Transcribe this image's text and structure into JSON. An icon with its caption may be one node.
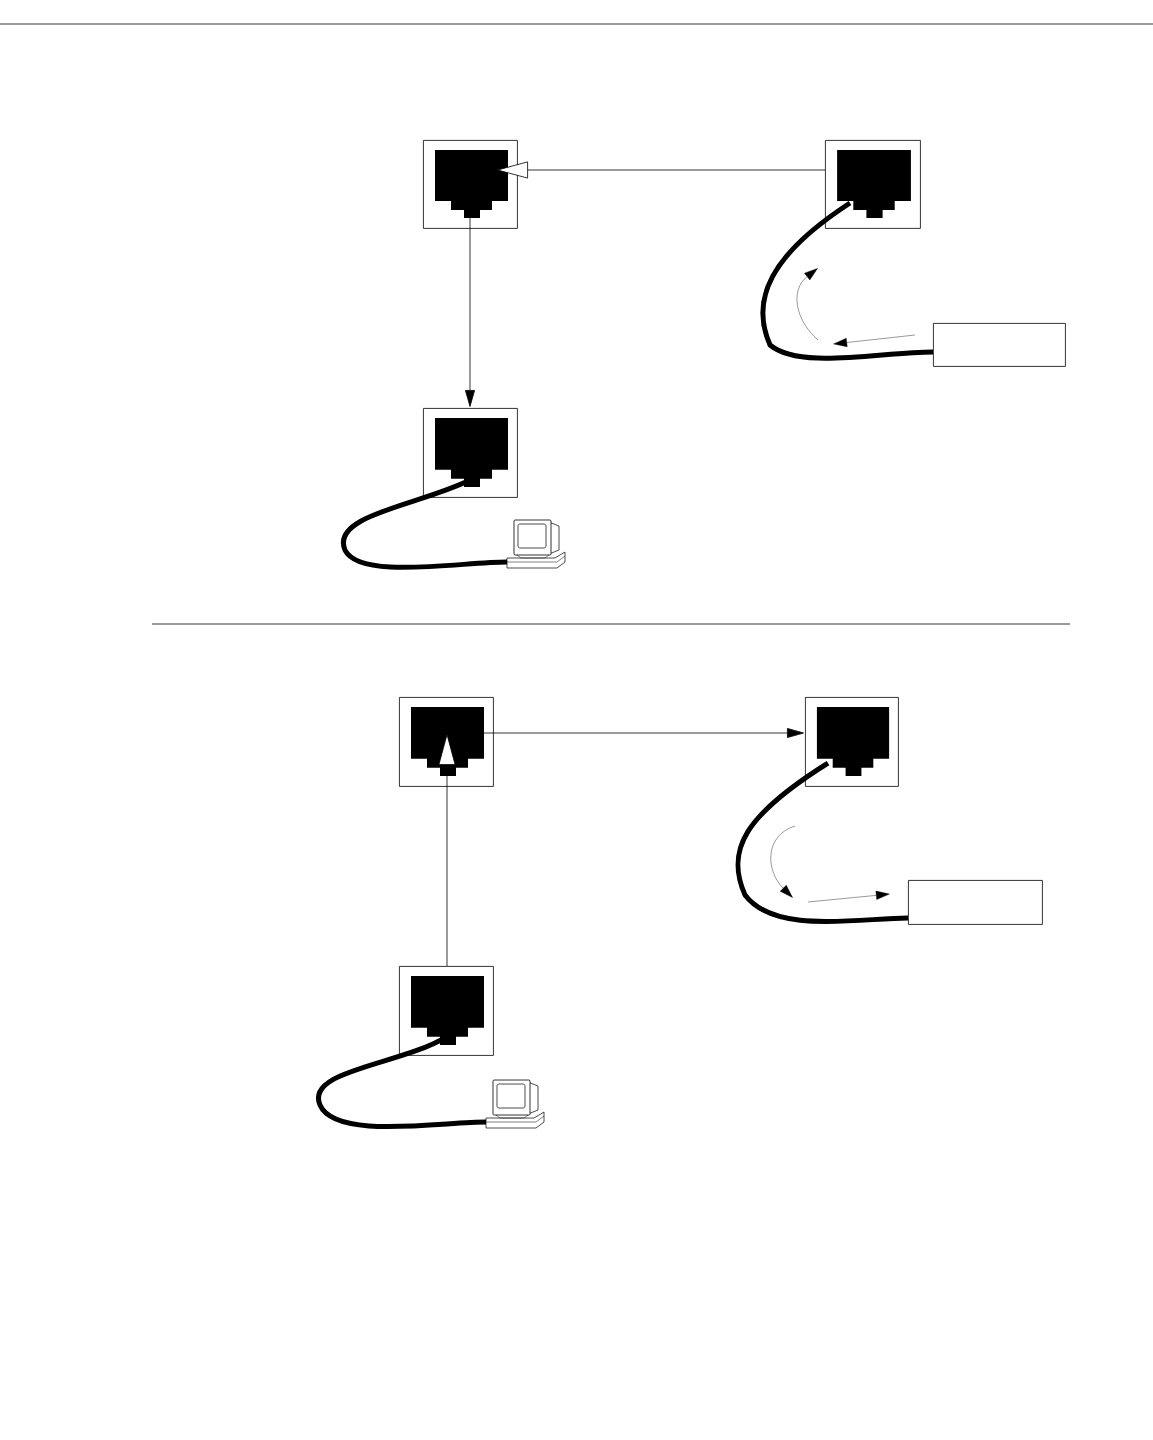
{
  "diagram": {
    "nodes": [
      {
        "text": [],
        "shape": "socket"
      },
      {
        "text": [],
        "shape": "socket"
      },
      {
        "text": [],
        "shape": "socket"
      },
      {
        "text": [],
        "shape": "box"
      },
      {
        "text": [],
        "shape": "picture"
      },
      {
        "text": [],
        "shape": "socket"
      },
      {
        "text": [],
        "shape": "socket"
      },
      {
        "text": [],
        "shape": "box"
      },
      {
        "text": [],
        "shape": "socket"
      },
      {
        "text": [],
        "shape": "picture"
      }
    ],
    "edges": [
      {
        "from": 1,
        "to": 0,
        "arrow": "to"
      },
      {
        "from": 0,
        "to": 2,
        "arrow": "to"
      },
      {
        "from": 1,
        "to": 3,
        "arrow": "none",
        "style": "thick"
      },
      {
        "from": 2,
        "to": 4,
        "arrow": "none",
        "style": "thick"
      },
      {
        "from": 8,
        "to": 5,
        "arrow": "to"
      },
      {
        "from": 5,
        "to": 6,
        "arrow": "to"
      },
      {
        "from": 6,
        "to": 7,
        "arrow": "none",
        "style": "thick"
      },
      {
        "from": 8,
        "to": 9,
        "arrow": "none",
        "style": "thick"
      }
    ]
  }
}
